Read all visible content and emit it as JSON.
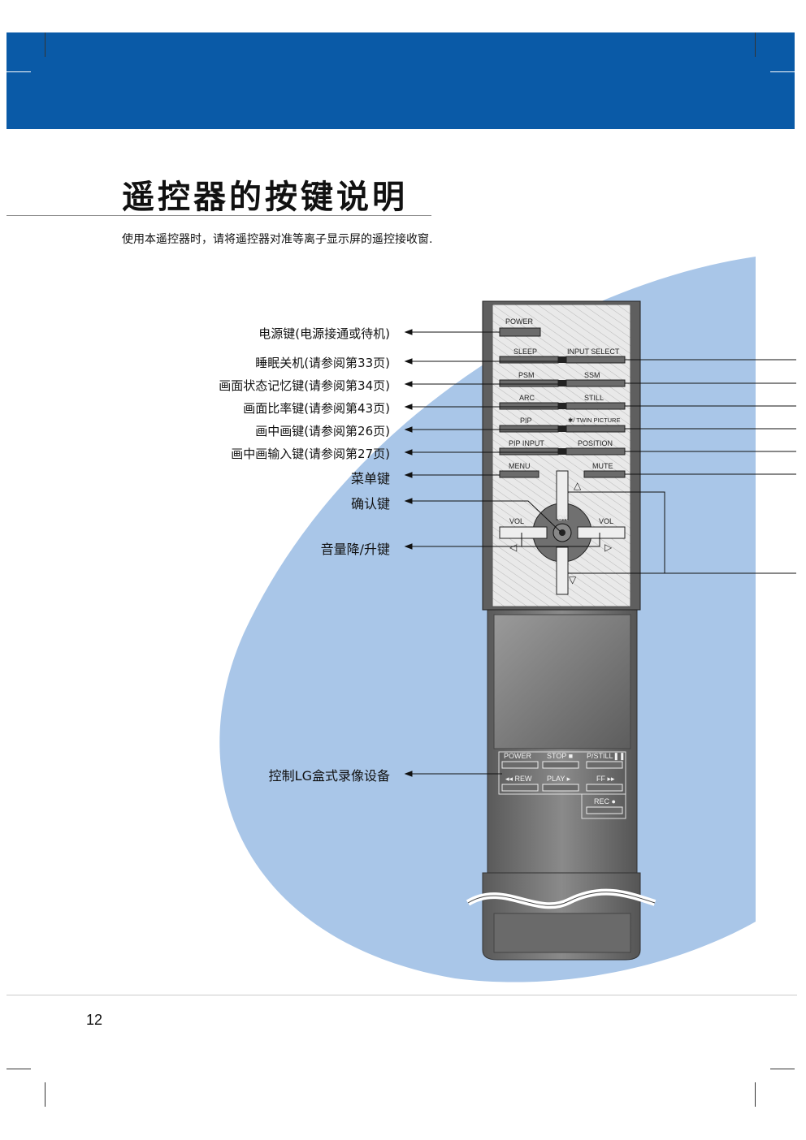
{
  "page": {
    "title": "遥控器的按键说明",
    "intro": "使用本遥控器时，请将遥控器对准等离子显示屏的遥控接收窗.",
    "page_number": "12"
  },
  "callouts_left": [
    {
      "id": "power",
      "text": "电源键(电源接通或待机)"
    },
    {
      "id": "sleep",
      "text": "睡眠关机(请参阅第33页)"
    },
    {
      "id": "psm",
      "text": "画面状态记忆键(请参阅第34页)"
    },
    {
      "id": "arc",
      "text": "画面比率键(请参阅第43页)"
    },
    {
      "id": "pip",
      "text": "画中画键(请参阅第26页)"
    },
    {
      "id": "pipinput",
      "text": "画中画输入键(请参阅第27页)"
    },
    {
      "id": "menu",
      "text": "菜单键"
    },
    {
      "id": "ok",
      "text": "确认键"
    },
    {
      "id": "vol",
      "text": "音量降/升键"
    },
    {
      "id": "vcr",
      "text": "控制LG盒式录像设备"
    }
  ],
  "remote": {
    "power": "POWER",
    "sleep": "SLEEP",
    "input_select": "INPUT SELECT",
    "psm": "PSM",
    "ssm": "SSM",
    "arc": "ARC",
    "still": "STILL",
    "pip": "PIP",
    "twin_picture": "✱/ TWIN PICTURE",
    "pip_input": "PIP INPUT",
    "position": "POSITION",
    "menu": "MENU",
    "mute": "MUTE",
    "vol_left": "VOL",
    "vol_right": "VOL",
    "ok": "OK",
    "vcr_power": "POWER",
    "vcr_stop": "STOP ■",
    "vcr_pstill": "P/STILL❚❚",
    "vcr_rew": "◂◂ REW",
    "vcr_play": "PLAY ▸",
    "vcr_ff": "FF ▸▸",
    "vcr_rec": "REC ●"
  },
  "colors": {
    "banner": "#0a5aa7",
    "backdrop": "#a9c6e8",
    "remote_body": "#6e6e6e"
  }
}
